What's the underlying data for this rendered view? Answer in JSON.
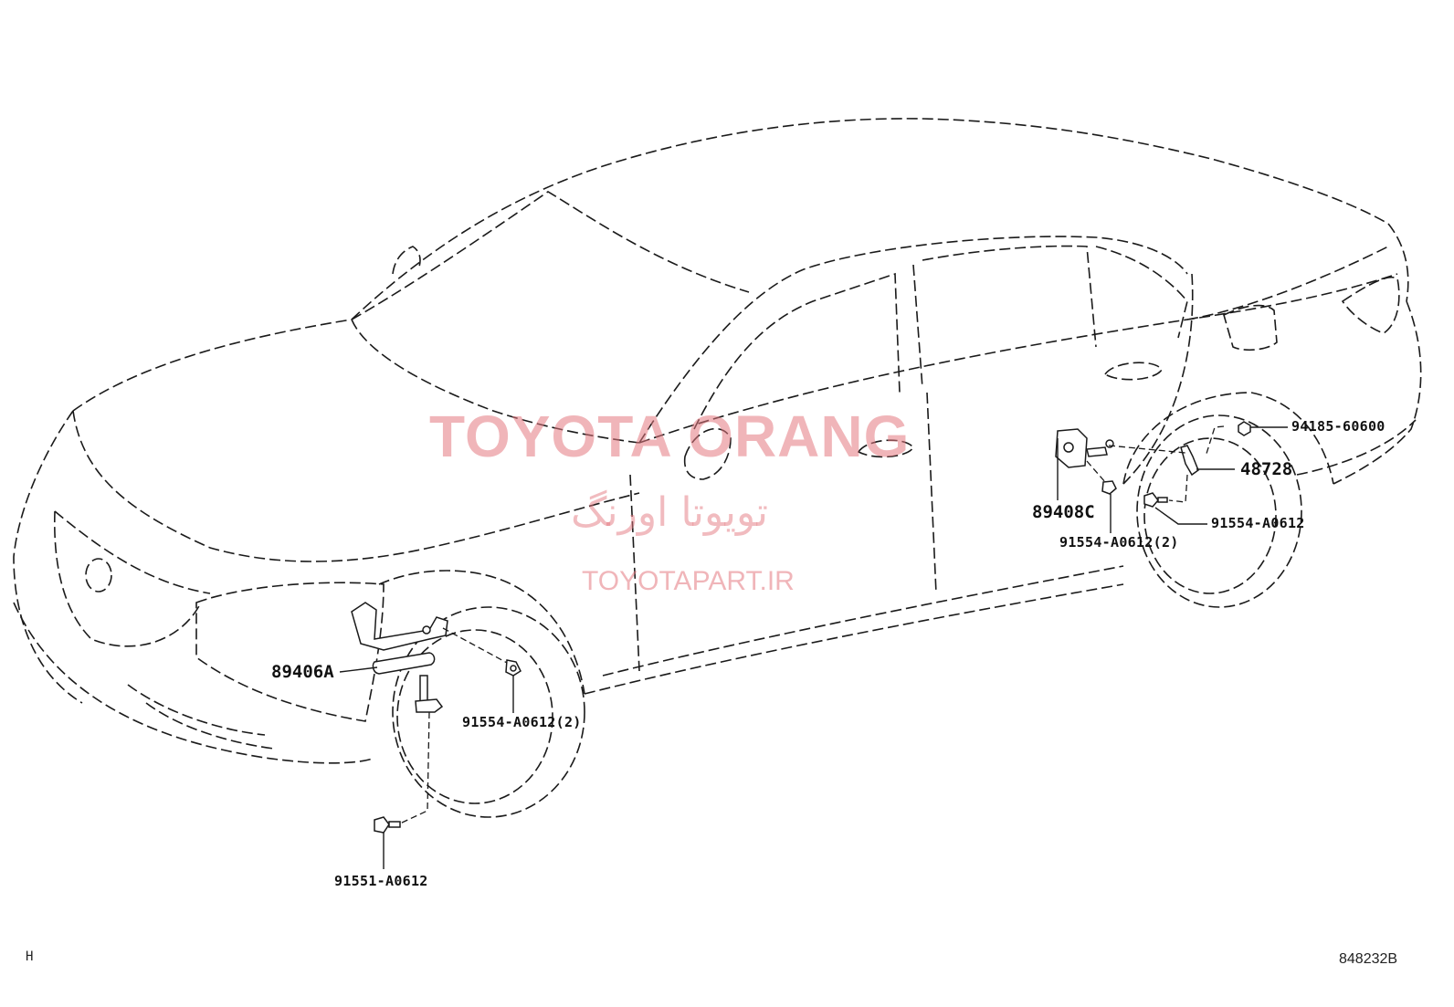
{
  "watermark": {
    "brand": "TOYOTA ORANG",
    "brand_fa": "تویوتا اورنگ",
    "site": "TOYOTAPART.IR"
  },
  "labels": {
    "p89406A": "89406A",
    "p89408C": "89408C",
    "p48728": "48728",
    "p94185": "94185-60600",
    "p91554_rear_single": "91554-A0612",
    "p91554_rear_pair": "91554-A0612(2)",
    "p91554_front_pair": "91554-A0612(2)",
    "p91551": "91551-A0612"
  },
  "corner": {
    "left": "H",
    "right": "848232B"
  }
}
